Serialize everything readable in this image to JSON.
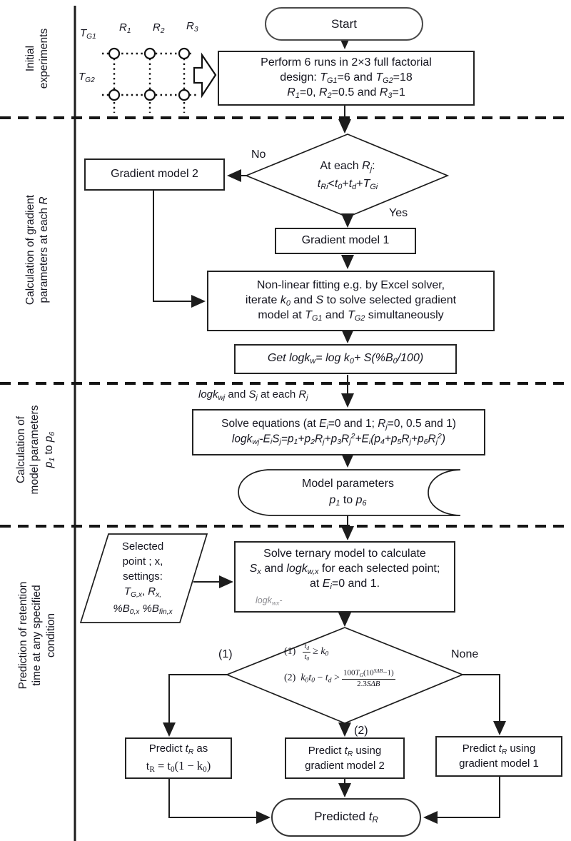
{
  "sidebar": {
    "sections": [
      {
        "lines": [
          [
            {
              "t": "Initial"
            }
          ],
          [
            {
              "t": "experiments"
            }
          ]
        ]
      },
      {
        "lines": [
          [
            {
              "t": "Calculation of gradient"
            }
          ],
          [
            {
              "t": "parameters at each "
            },
            {
              "t": "R",
              "i": true
            }
          ]
        ]
      },
      {
        "lines": [
          [
            {
              "t": "Calculation of"
            }
          ],
          [
            {
              "t": "model parameters"
            }
          ],
          [
            {
              "t": "p",
              "i": true
            },
            {
              "t": "1",
              "v": "sub",
              "i": true
            },
            {
              "t": " to "
            },
            {
              "t": "p",
              "i": true
            },
            {
              "t": "6",
              "v": "sub",
              "i": true
            }
          ]
        ]
      },
      {
        "lines": [
          [
            {
              "t": "Prediction of retention"
            }
          ],
          [
            {
              "t": "time at any specified"
            }
          ],
          [
            {
              "t": "condition"
            }
          ]
        ]
      }
    ]
  },
  "minigrid": {
    "tg1": [
      {
        "t": "T",
        "i": true
      },
      {
        "t": "G1",
        "v": "sub",
        "i": true
      }
    ],
    "tg2": [
      {
        "t": "T",
        "i": true
      },
      {
        "t": "G2",
        "v": "sub",
        "i": true
      }
    ],
    "r1": [
      {
        "t": "R",
        "i": true
      },
      {
        "t": "1",
        "v": "sub",
        "i": true
      }
    ],
    "r2": [
      {
        "t": "R",
        "i": true
      },
      {
        "t": "2",
        "v": "sub",
        "i": true
      }
    ],
    "r3": [
      {
        "t": "R",
        "i": true
      },
      {
        "t": "3",
        "v": "sub",
        "i": true
      }
    ]
  },
  "nodes": {
    "start": {
      "label": "Start"
    },
    "perform": {
      "lines": [
        [
          {
            "t": "Perform 6 runs in 2×3 full factorial"
          }
        ],
        [
          {
            "t": "design: "
          },
          {
            "t": "T",
            "i": true
          },
          {
            "t": "G1",
            "v": "sub",
            "i": true
          },
          {
            "t": "=6 and "
          },
          {
            "t": "T",
            "i": true
          },
          {
            "t": "G2",
            "v": "sub",
            "i": true
          },
          {
            "t": "=18"
          }
        ],
        [
          {
            "t": "R",
            "i": true
          },
          {
            "t": "1",
            "v": "sub",
            "i": true
          },
          {
            "t": "=0, "
          },
          {
            "t": "R",
            "i": true
          },
          {
            "t": "2",
            "v": "sub",
            "i": true
          },
          {
            "t": "=0.5 and "
          },
          {
            "t": "R",
            "i": true
          },
          {
            "t": "3",
            "v": "sub",
            "i": true
          },
          {
            "t": "=1"
          }
        ]
      ]
    },
    "decision1": {
      "lines": [
        [
          {
            "t": "At each "
          },
          {
            "t": "R",
            "i": true
          },
          {
            "t": "j",
            "v": "sub",
            "i": true
          },
          {
            "t": ":"
          }
        ],
        [
          {
            "t": "t",
            "i": true
          },
          {
            "t": "Ri",
            "v": "sub",
            "i": true
          },
          {
            "t": "<"
          },
          {
            "t": "t",
            "i": true
          },
          {
            "t": "0",
            "v": "sub",
            "i": true
          },
          {
            "t": "+"
          },
          {
            "t": "t",
            "i": true
          },
          {
            "t": "d",
            "v": "sub",
            "i": true
          },
          {
            "t": "+"
          },
          {
            "t": "T",
            "i": true
          },
          {
            "t": "Gi",
            "v": "sub",
            "i": true
          }
        ]
      ],
      "no": "No",
      "yes": "Yes"
    },
    "gm2": {
      "label": "Gradient model 2"
    },
    "gm1": {
      "label": "Gradient model 1"
    },
    "nonlinear": {
      "lines": [
        [
          {
            "t": "Non-linear fitting e.g. by Excel solver,"
          }
        ],
        [
          {
            "t": "iterate "
          },
          {
            "t": "k",
            "i": true
          },
          {
            "t": "0",
            "v": "sub",
            "i": true
          },
          {
            "t": " and "
          },
          {
            "t": "S",
            "i": true
          },
          {
            "t": " to solve selected gradient"
          }
        ],
        [
          {
            "t": "model  at "
          },
          {
            "t": "T",
            "i": true
          },
          {
            "t": "G1",
            "v": "sub",
            "i": true
          },
          {
            "t": " and "
          },
          {
            "t": "T",
            "i": true
          },
          {
            "t": "G2",
            "v": "sub",
            "i": true
          },
          {
            "t": " simultaneously"
          }
        ]
      ]
    },
    "getlogkw": {
      "line": [
        {
          "t": "Get ",
          "i": true
        },
        {
          "t": "logk",
          "i": true
        },
        {
          "t": "w",
          "v": "sub",
          "i": true
        },
        {
          "t": "= ",
          "i": true
        },
        {
          "t": "log k",
          "i": true
        },
        {
          "t": "0",
          "v": "sub",
          "i": true
        },
        {
          "t": "+ ",
          "i": true
        },
        {
          "t": "S(%B",
          "i": true
        },
        {
          "t": "0",
          "v": "sub",
          "i": true
        },
        {
          "t": "/100)",
          "i": true
        }
      ]
    },
    "annotation": [
      {
        "t": "logk",
        "i": true
      },
      {
        "t": "wj",
        "v": "sub",
        "i": true
      },
      {
        "t": " and "
      },
      {
        "t": "S",
        "i": true
      },
      {
        "t": "j",
        "v": "sub",
        "i": true
      },
      {
        "t": " at each "
      },
      {
        "t": "R",
        "i": true
      },
      {
        "t": "j",
        "v": "sub",
        "i": true
      }
    ],
    "solveeq": {
      "lines": [
        [
          {
            "t": "Solve equations (at "
          },
          {
            "t": "E",
            "i": true
          },
          {
            "t": "i",
            "v": "sub",
            "i": true
          },
          {
            "t": "=0 and 1; "
          },
          {
            "t": "R",
            "i": true
          },
          {
            "t": "j",
            "v": "sub",
            "i": true
          },
          {
            "t": "=0, 0.5 and 1)"
          }
        ],
        [
          {
            "t": "logk",
            "i": true
          },
          {
            "t": "wj",
            "v": "sub",
            "i": true
          },
          {
            "t": "-",
            "i": true
          },
          {
            "t": "E",
            "i": true
          },
          {
            "t": "i",
            "v": "sub",
            "i": true
          },
          {
            "t": "S",
            "i": true
          },
          {
            "t": "j",
            "v": "sub",
            "i": true
          },
          {
            "t": "=",
            "i": true
          },
          {
            "t": "p",
            "i": true
          },
          {
            "t": "1",
            "v": "sub",
            "i": true
          },
          {
            "t": "+",
            "i": true
          },
          {
            "t": "p",
            "i": true
          },
          {
            "t": "2",
            "v": "sub",
            "i": true
          },
          {
            "t": "R",
            "i": true
          },
          {
            "t": "j",
            "v": "sub",
            "i": true
          },
          {
            "t": "+",
            "i": true
          },
          {
            "t": "p",
            "i": true
          },
          {
            "t": "3",
            "v": "sub",
            "i": true
          },
          {
            "t": "R",
            "i": true
          },
          {
            "t": "j",
            "v": "sub",
            "i": true
          },
          {
            "t": "2",
            "v": "sup",
            "i": true
          },
          {
            "t": "+",
            "i": true
          },
          {
            "t": "E",
            "i": true
          },
          {
            "t": "i",
            "v": "sub",
            "i": true
          },
          {
            "t": "(p",
            "i": true
          },
          {
            "t": "4",
            "v": "sub",
            "i": true
          },
          {
            "t": "+",
            "i": true
          },
          {
            "t": "p",
            "i": true
          },
          {
            "t": "5",
            "v": "sub",
            "i": true
          },
          {
            "t": "R",
            "i": true
          },
          {
            "t": "j",
            "v": "sub",
            "i": true
          },
          {
            "t": "+",
            "i": true
          },
          {
            "t": "p",
            "i": true
          },
          {
            "t": "6",
            "v": "sub",
            "i": true
          },
          {
            "t": "R",
            "i": true
          },
          {
            "t": "j",
            "v": "sub",
            "i": true
          },
          {
            "t": "2",
            "v": "sup",
            "i": true
          },
          {
            "t": ")",
            "i": true
          }
        ]
      ]
    },
    "stored": {
      "l1": [
        {
          "t": "Model parameters"
        }
      ],
      "l2": [
        {
          "t": "p",
          "i": true
        },
        {
          "t": "1",
          "v": "sub",
          "i": true
        },
        {
          "t": " to "
        },
        {
          "t": "p",
          "i": true
        },
        {
          "t": "6",
          "v": "sub",
          "i": true
        }
      ]
    },
    "selected": {
      "lines": [
        [
          {
            "t": "Selected"
          }
        ],
        [
          {
            "t": "point ; x,"
          }
        ],
        [
          {
            "t": "settings:"
          }
        ],
        [
          {
            "t": "T",
            "i": true
          },
          {
            "t": "G,x",
            "v": "sub",
            "i": true
          },
          {
            "t": ", "
          },
          {
            "t": "R",
            "i": true
          },
          {
            "t": "x,",
            "v": "sub",
            "i": true
          }
        ],
        [
          {
            "t": "%B",
            "i": true
          },
          {
            "t": "0,x",
            "v": "sub",
            "i": true
          },
          {
            "t": " %B",
            "i": true
          },
          {
            "t": "fin,x",
            "v": "sub",
            "i": true
          }
        ]
      ]
    },
    "ternary": {
      "lines": [
        [
          {
            "t": "Solve ternary model to calculate"
          }
        ],
        [
          {
            "t": "S",
            "i": true
          },
          {
            "t": "x",
            "v": "sub",
            "i": true
          },
          {
            "t": " and "
          },
          {
            "t": "logk",
            "i": true
          },
          {
            "t": "w,x",
            "v": "sub",
            "i": true
          },
          {
            "t": " for each selected point;"
          }
        ],
        [
          {
            "t": "at "
          },
          {
            "t": "E",
            "i": true
          },
          {
            "t": "i",
            "v": "sub",
            "i": true
          },
          {
            "t": "=0 and 1."
          }
        ]
      ],
      "faint": [
        {
          "t": "logk",
          "i": true
        },
        {
          "t": "wx",
          "v": "sub",
          "i": true
        },
        {
          "t": "-",
          "i": true
        }
      ]
    },
    "decision2": {
      "cond1": {
        "pre": [
          {
            "t": "(1) "
          }
        ],
        "num": [
          {
            "t": "t",
            "i": true
          },
          {
            "t": "d",
            "v": "sub",
            "i": true
          }
        ],
        "den": [
          {
            "t": "t",
            "i": true
          },
          {
            "t": "0",
            "v": "sub",
            "i": true
          }
        ],
        "rhs": [
          {
            "t": " ≥ "
          },
          {
            "t": "k",
            "i": true
          },
          {
            "t": "0",
            "v": "sub",
            "i": true
          }
        ]
      },
      "cond2": {
        "pre": [
          {
            "t": "(2) "
          }
        ],
        "lhs": [
          {
            "t": "k",
            "i": true
          },
          {
            "t": "0",
            "v": "sub",
            "i": true
          },
          {
            "t": "t",
            "i": true
          },
          {
            "t": "0",
            "v": "sub",
            "i": true
          },
          {
            "t": " − "
          },
          {
            "t": "t",
            "i": true
          },
          {
            "t": "d",
            "v": "sub",
            "i": true
          },
          {
            "t": " > "
          }
        ],
        "num": [
          {
            "t": "100"
          },
          {
            "t": "T",
            "i": true
          },
          {
            "t": "G",
            "v": "sub",
            "i": true
          },
          {
            "t": "(10"
          },
          {
            "t": "SΔB",
            "v": "sup",
            "i": true
          },
          {
            "t": "−1)"
          }
        ],
        "den": [
          {
            "t": "2.3"
          },
          {
            "t": "SΔB",
            "i": true
          }
        ]
      },
      "branch1": "(1)",
      "branch2": "(2)",
      "branchNone": "None"
    },
    "predict1": {
      "l1": [
        {
          "t": "Predict "
        },
        {
          "t": "t",
          "i": true
        },
        {
          "t": "R",
          "v": "sub",
          "i": true
        },
        {
          "t": " as"
        }
      ],
      "l2": [
        {
          "t": "t"
        },
        {
          "t": "R",
          "v": "sub"
        },
        {
          "t": " = "
        },
        {
          "t": "t"
        },
        {
          "t": "0",
          "v": "sub"
        },
        {
          "t": "(1 − "
        },
        {
          "t": "k"
        },
        {
          "t": "0",
          "v": "sub"
        },
        {
          "t": ")"
        }
      ]
    },
    "predict2": {
      "l1": [
        {
          "t": "Predict "
        },
        {
          "t": "t",
          "i": true
        },
        {
          "t": "R",
          "v": "sub",
          "i": true
        },
        {
          "t": " using"
        }
      ],
      "l2": [
        {
          "t": "gradient model 2"
        }
      ]
    },
    "predict3": {
      "l1": [
        {
          "t": "Predict "
        },
        {
          "t": "t",
          "i": true
        },
        {
          "t": "R",
          "v": "sub",
          "i": true
        },
        {
          "t": " using"
        }
      ],
      "l2": [
        {
          "t": "gradient model 1"
        }
      ]
    },
    "end": {
      "label": [
        {
          "t": "Predicted "
        },
        {
          "t": "t",
          "i": true
        },
        {
          "t": "R",
          "v": "sub",
          "i": true
        }
      ]
    }
  },
  "colors": {
    "line": "#2a2a2a",
    "text": "#15151f",
    "background": "#ffffff"
  }
}
